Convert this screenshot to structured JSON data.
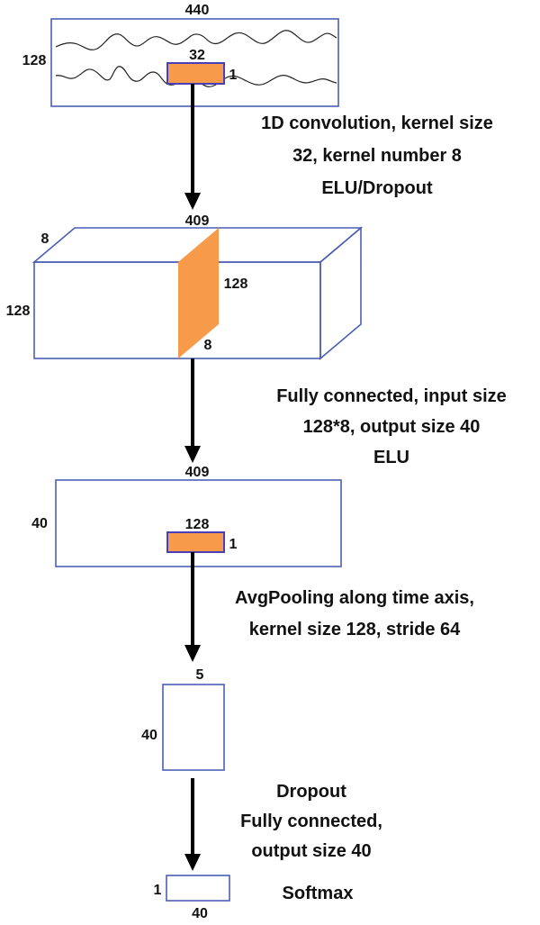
{
  "stage1": {
    "width_label": "440",
    "height_label": "128",
    "kernel_width_label": "32",
    "kernel_height_label": "1"
  },
  "step1": {
    "line1": "1D convolution, kernel size",
    "line2": "32, kernel number 8",
    "line3": "ELU/Dropout"
  },
  "stage2": {
    "width_label": "409",
    "depth_label": "8",
    "height_label": "128",
    "slice_height_label": "128",
    "slice_depth_label": "8"
  },
  "step2": {
    "line1": "Fully connected, input size",
    "line2": "128*8, output size 40",
    "line3": "ELU"
  },
  "stage3": {
    "width_label": "409",
    "height_label": "40",
    "kernel_width_label": "128",
    "kernel_height_label": "1"
  },
  "step3": {
    "line1": "AvgPooling along time axis,",
    "line2": "kernel size 128, stride 64"
  },
  "stage4": {
    "width_label": "5",
    "height_label": "40"
  },
  "step4": {
    "line1": "Dropout",
    "line2": "Fully connected,",
    "line3": "output size 40"
  },
  "stage5": {
    "height_label": "1",
    "width_label": "40",
    "activation_label": "Softmax"
  },
  "colors": {
    "box_stroke": "#4a5fb5",
    "kernel_fill": "#f79a4a",
    "arrow": "#000000"
  }
}
